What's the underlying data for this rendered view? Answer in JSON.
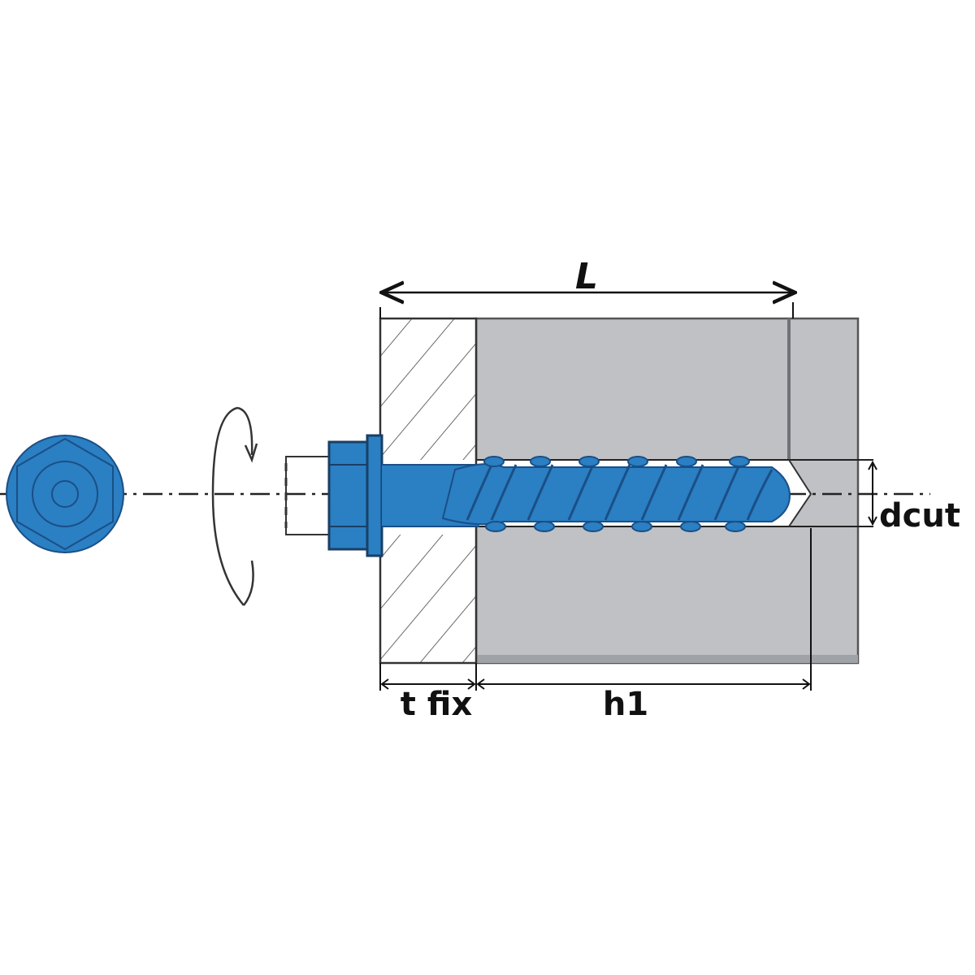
{
  "labels": {
    "length": "L",
    "fixture_thickness": "t fix",
    "embedment_depth": "h1",
    "cutting_diameter": "dcut"
  },
  "colors": {
    "screw_blue": "#2b7fc3",
    "screw_dark": "#1a4f86",
    "base_material": "#bfc1c5",
    "outline": "#222222"
  }
}
